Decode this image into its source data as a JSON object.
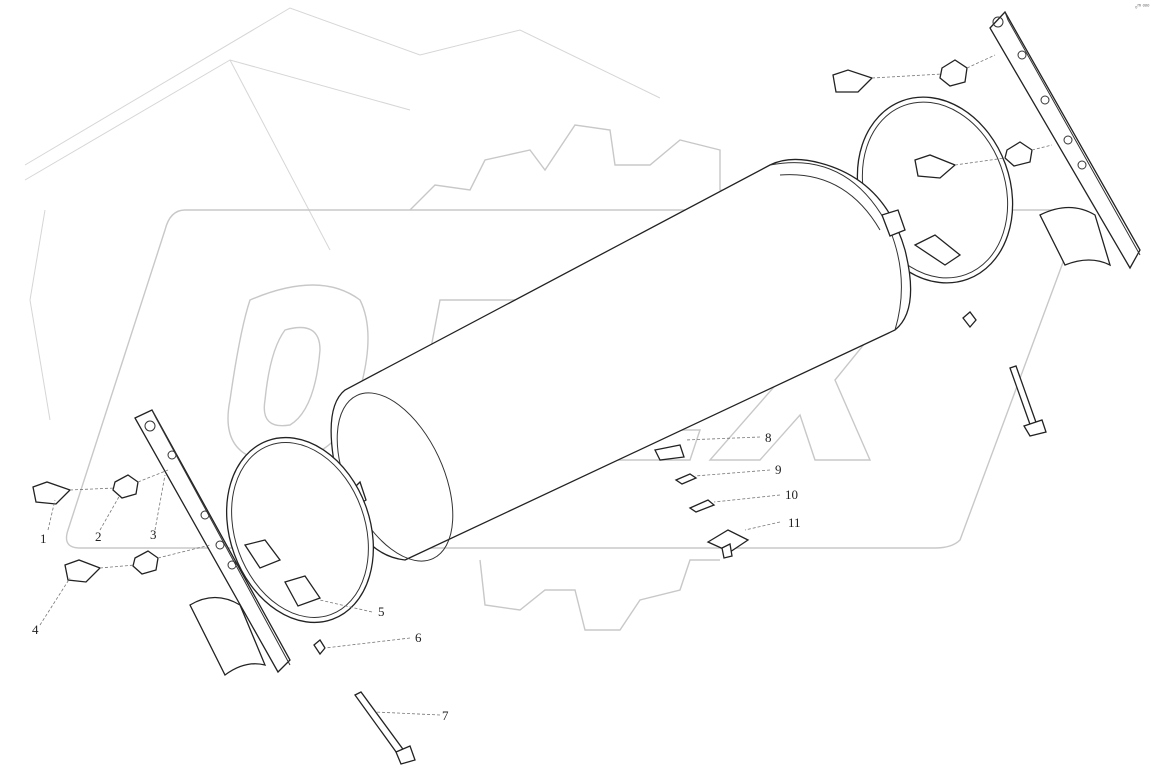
{
  "corner_mark": "₀ᵐ ᵒᵒᵒ",
  "callouts": [
    {
      "id": "1",
      "label": "1"
    },
    {
      "id": "2",
      "label": "2"
    },
    {
      "id": "3",
      "label": "3"
    },
    {
      "id": "4",
      "label": "4"
    },
    {
      "id": "5",
      "label": "5"
    },
    {
      "id": "6",
      "label": "6"
    },
    {
      "id": "7",
      "label": "7"
    },
    {
      "id": "8",
      "label": "8"
    },
    {
      "id": "9",
      "label": "9"
    },
    {
      "id": "10",
      "label": "10"
    },
    {
      "id": "11",
      "label": "11"
    }
  ],
  "watermark": {
    "text": "OPEX",
    "color": "#c8c8c8"
  }
}
